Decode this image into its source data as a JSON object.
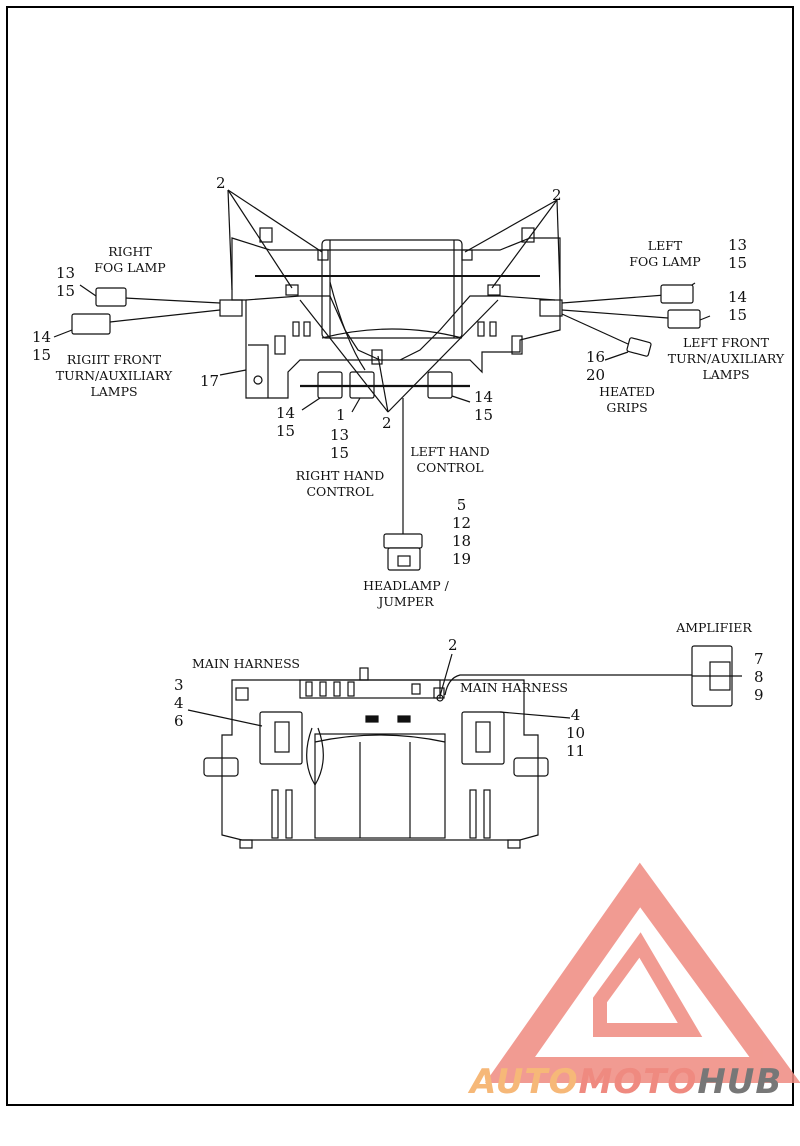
{
  "callouts": {
    "top_left_2": "2",
    "top_right_2": "2",
    "right_fog": [
      "13",
      "15"
    ],
    "right_turn": [
      "14",
      "15"
    ],
    "num_17": "17",
    "bottom_left_stack": [
      "14",
      "15"
    ],
    "num_1": "1",
    "center_13_15": [
      "13",
      "15"
    ],
    "center_2": "2",
    "left_hand_14_15": [
      "14",
      "15"
    ],
    "left_fog": [
      "13",
      "15"
    ],
    "left_turn": [
      "14",
      "15"
    ],
    "heated": [
      "16",
      "20"
    ],
    "headlamp": [
      "5",
      "12",
      "18",
      "19"
    ],
    "amplifier": [
      "7",
      "8",
      "9"
    ],
    "lower_2": "2",
    "main_left": [
      "3",
      "4",
      "6"
    ],
    "main_right": [
      "4",
      "10",
      "11"
    ]
  },
  "labels": {
    "right_fog_lamp": [
      "RIGHT",
      "FOG LAMP"
    ],
    "right_front_lamps": [
      "RIGIIT FRONT",
      "TURN/AUXILIARY",
      "LAMPS"
    ],
    "left_fog_lamp": [
      "LEFT",
      "FOG LAMP"
    ],
    "left_front_lamps": [
      "LEFT FRONT",
      "TURN/AUXILIARY",
      "LAMPS"
    ],
    "heated_grips": [
      "HEATED",
      "GRIPS"
    ],
    "right_hand_control": [
      "RIGHT HAND",
      "CONTROL"
    ],
    "left_hand_control": [
      "LEFT HAND",
      "CONTROL"
    ],
    "headlamp_jumper": [
      "HEADLAMP /",
      "JUMPER"
    ],
    "amplifier": "AMPLIFIER",
    "main_harness_left": "MAIN HARNESS",
    "main_harness_right": "MAIN HARNESS"
  },
  "watermark": {
    "auto": "AUTO",
    "moto": "MOTO",
    "hub": "HUB",
    "colors": {
      "auto": "#f6b878",
      "moto": "#ef8a80",
      "hub": "#777777",
      "triangle": "#ef8a80"
    }
  }
}
